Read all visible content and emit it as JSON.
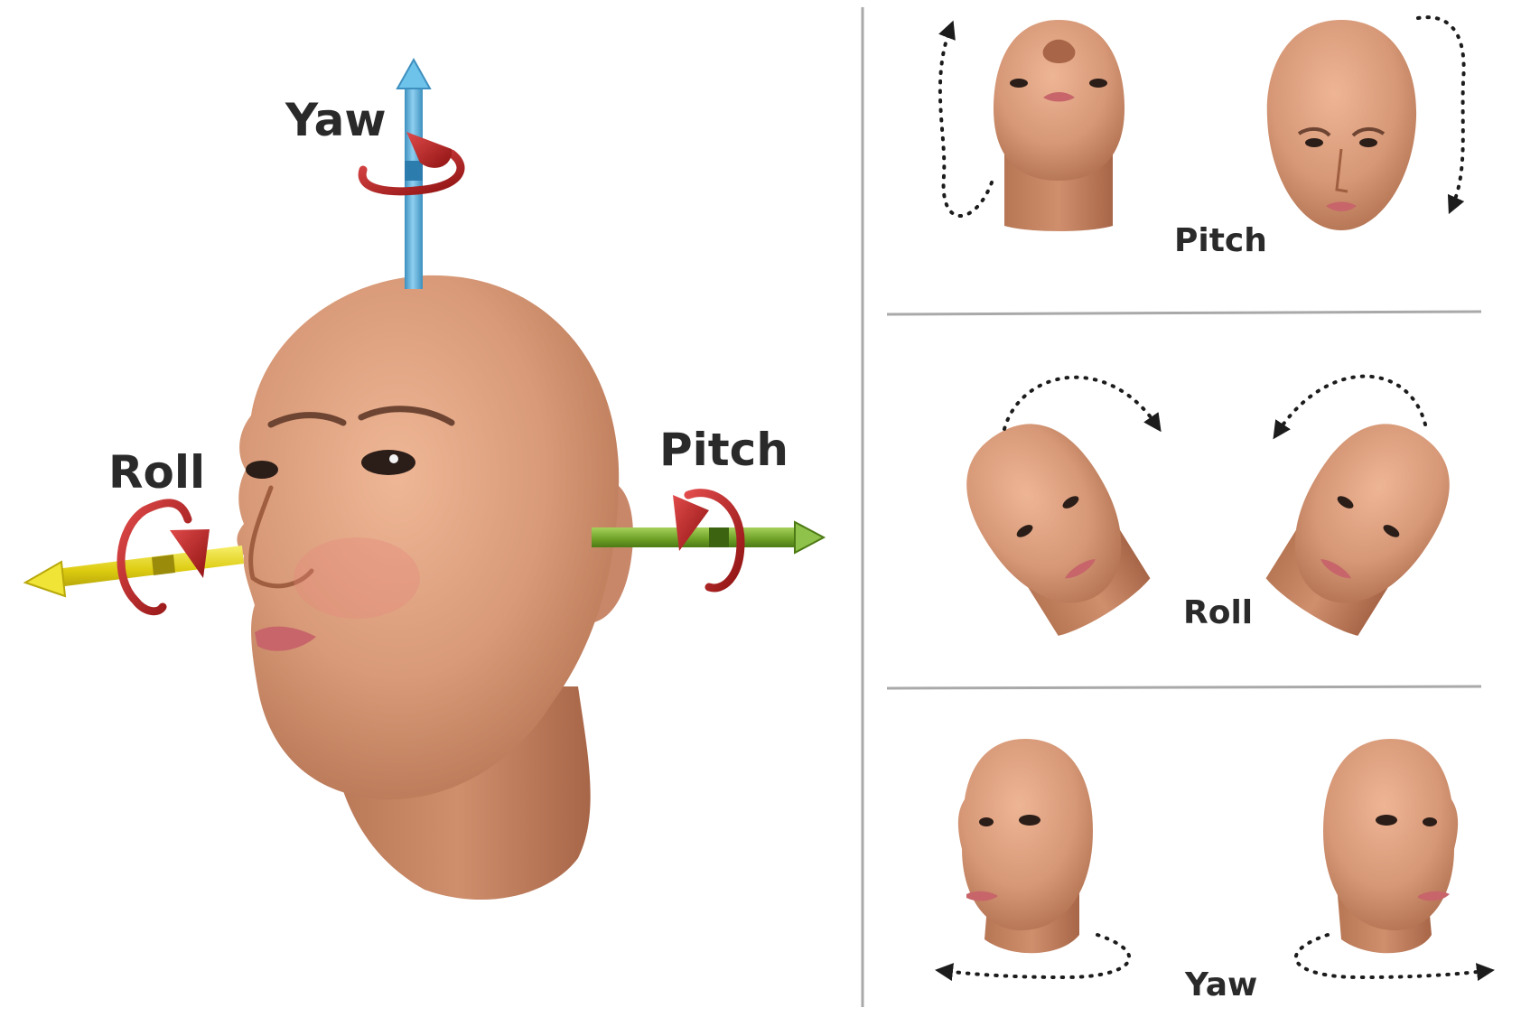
{
  "main_figure": {
    "labels": {
      "yaw": "Yaw",
      "roll": "Roll",
      "pitch": "Pitch"
    },
    "axis_colors": {
      "yaw_axis": "#5aaed8",
      "roll_axis": "#e2d51a",
      "pitch_axis": "#6fa32c",
      "rotation_arrow": "#b01c1c"
    }
  },
  "panels": [
    {
      "id": "pitch",
      "label": "Pitch"
    },
    {
      "id": "roll",
      "label": "Roll"
    },
    {
      "id": "yaw",
      "label": "Yaw"
    }
  ],
  "colors": {
    "skin": "#dea07e",
    "skin_shadow": "#b97a57",
    "divider": "#a9a9a9",
    "label": "#2a2a2a"
  }
}
